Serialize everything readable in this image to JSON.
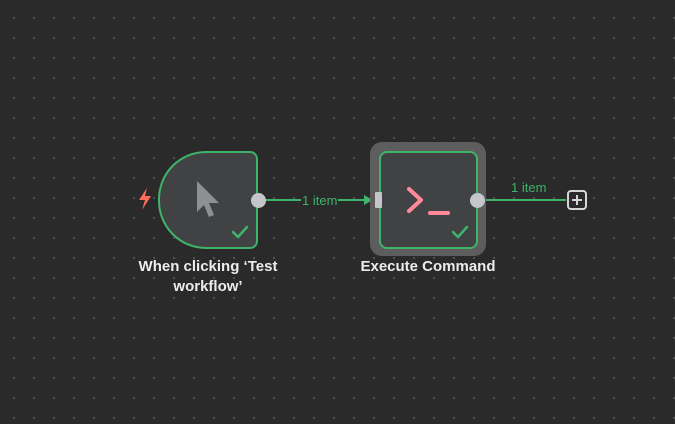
{
  "canvas": {
    "background": "#2a2a2a",
    "dot_color": "#5a5a5a"
  },
  "nodes": [
    {
      "id": "trigger",
      "label": "When clicking ‘Test workflow’",
      "label_line1": "When clicking ‘Test",
      "label_line2": "workflow’",
      "icon": "mouse-pointer-icon",
      "status": "success",
      "is_trigger": true
    },
    {
      "id": "execute-command",
      "label": "Execute Command",
      "icon": "terminal-icon",
      "status": "success",
      "selected": true
    }
  ],
  "connections": [
    {
      "from": "trigger",
      "to": "execute-command",
      "label": "1 item"
    },
    {
      "from": "execute-command",
      "to": "add-node",
      "label": "1 item"
    }
  ],
  "colors": {
    "success": "#3fb36a",
    "trigger_bolt": "#ff6d5a",
    "terminal_icon": "#ff8a99",
    "handle": "#c4c6cc",
    "node_bg": "#414244",
    "label_text": "#ececec"
  }
}
